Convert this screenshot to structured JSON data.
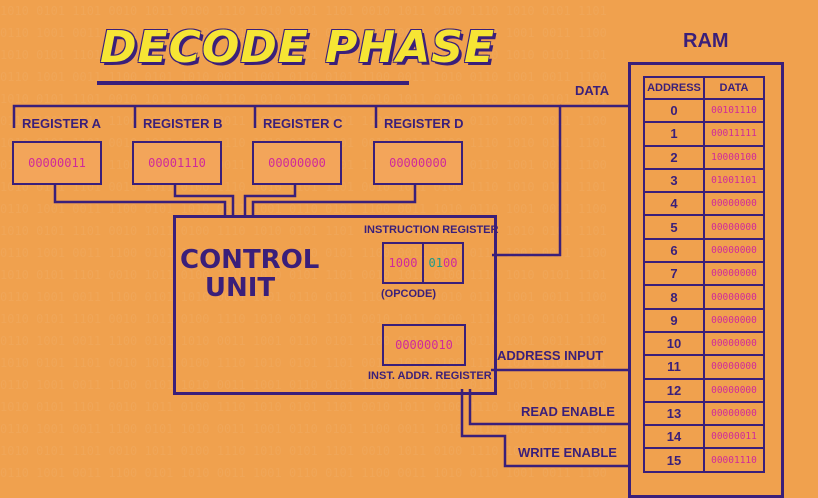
{
  "title": "DECODE PHASE",
  "registers": [
    {
      "label": "REGISTER A",
      "value": "00000011"
    },
    {
      "label": "REGISTER B",
      "value": "00001110"
    },
    {
      "label": "REGISTER C",
      "value": "00000000"
    },
    {
      "label": "REGISTER D",
      "value": "00000000"
    }
  ],
  "control_unit": {
    "label_line1": "CONTROL",
    "label_line2": "UNIT",
    "instruction_register_label": "INSTRUCTION REGISTER",
    "ir_opcode": "1000",
    "ir_operand_teal": "01",
    "ir_operand_rest": "00",
    "opcode_label": "(OPCODE)",
    "inst_addr_value": "00000010",
    "inst_addr_label": "INST. ADDR. REGISTER"
  },
  "buses": {
    "data": "DATA",
    "address_input": "ADDRESS INPUT",
    "read_enable": "READ ENABLE",
    "write_enable": "WRITE ENABLE"
  },
  "ram": {
    "title": "RAM",
    "col_address": "ADDRESS",
    "col_data": "DATA",
    "rows": [
      {
        "address": "0",
        "data": "00101110"
      },
      {
        "address": "1",
        "data": "00011111"
      },
      {
        "address": "2",
        "data": "10000100"
      },
      {
        "address": "3",
        "data": "01001101"
      },
      {
        "address": "4",
        "data": "00000000"
      },
      {
        "address": "5",
        "data": "00000000"
      },
      {
        "address": "6",
        "data": "00000000"
      },
      {
        "address": "7",
        "data": "00000000"
      },
      {
        "address": "8",
        "data": "00000000"
      },
      {
        "address": "9",
        "data": "00000000"
      },
      {
        "address": "10",
        "data": "00000000"
      },
      {
        "address": "11",
        "data": "00000000"
      },
      {
        "address": "12",
        "data": "00000000"
      },
      {
        "address": "13",
        "data": "00000000"
      },
      {
        "address": "14",
        "data": "00000011"
      },
      {
        "address": "15",
        "data": "00001110"
      }
    ]
  }
}
